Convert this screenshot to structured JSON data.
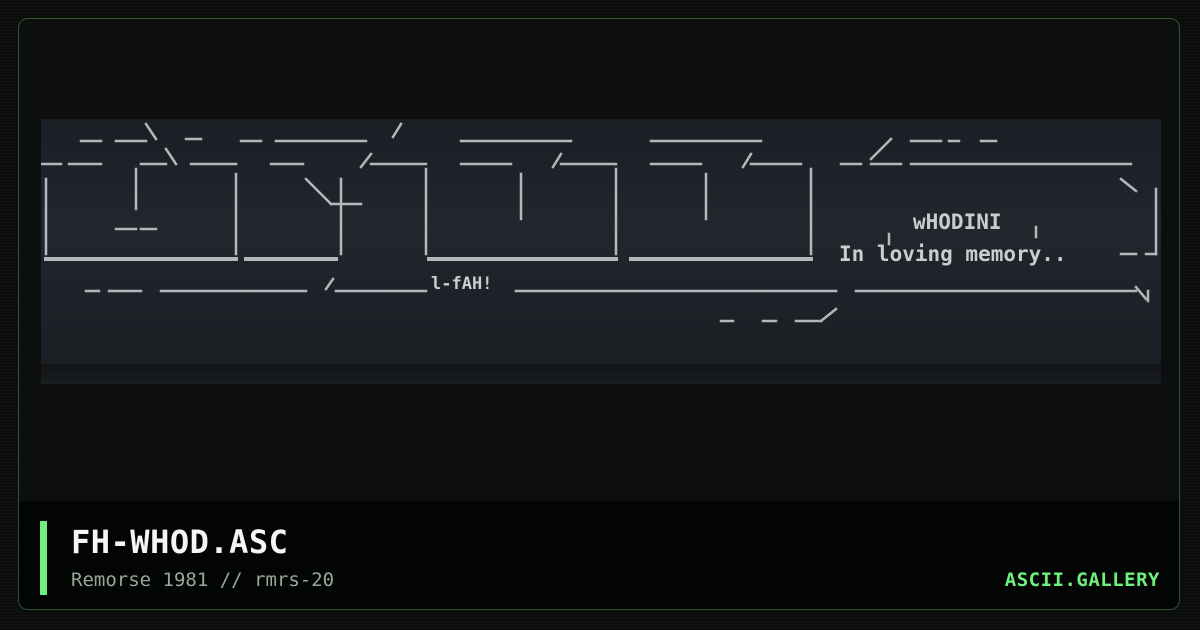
{
  "card": {
    "title": "FH-WHOD.ASC",
    "subtitle": "Remorse 1981 // rmrs-20",
    "brand": "ASCII.GALLERY"
  },
  "art": {
    "line_group": "wHODINI",
    "line_memory": "In loving memory..",
    "line_artist": "l-fAH!"
  },
  "colors": {
    "accent": "#6fef7c",
    "border": "#2c5a2f",
    "art_text": "#c9ccd1"
  }
}
